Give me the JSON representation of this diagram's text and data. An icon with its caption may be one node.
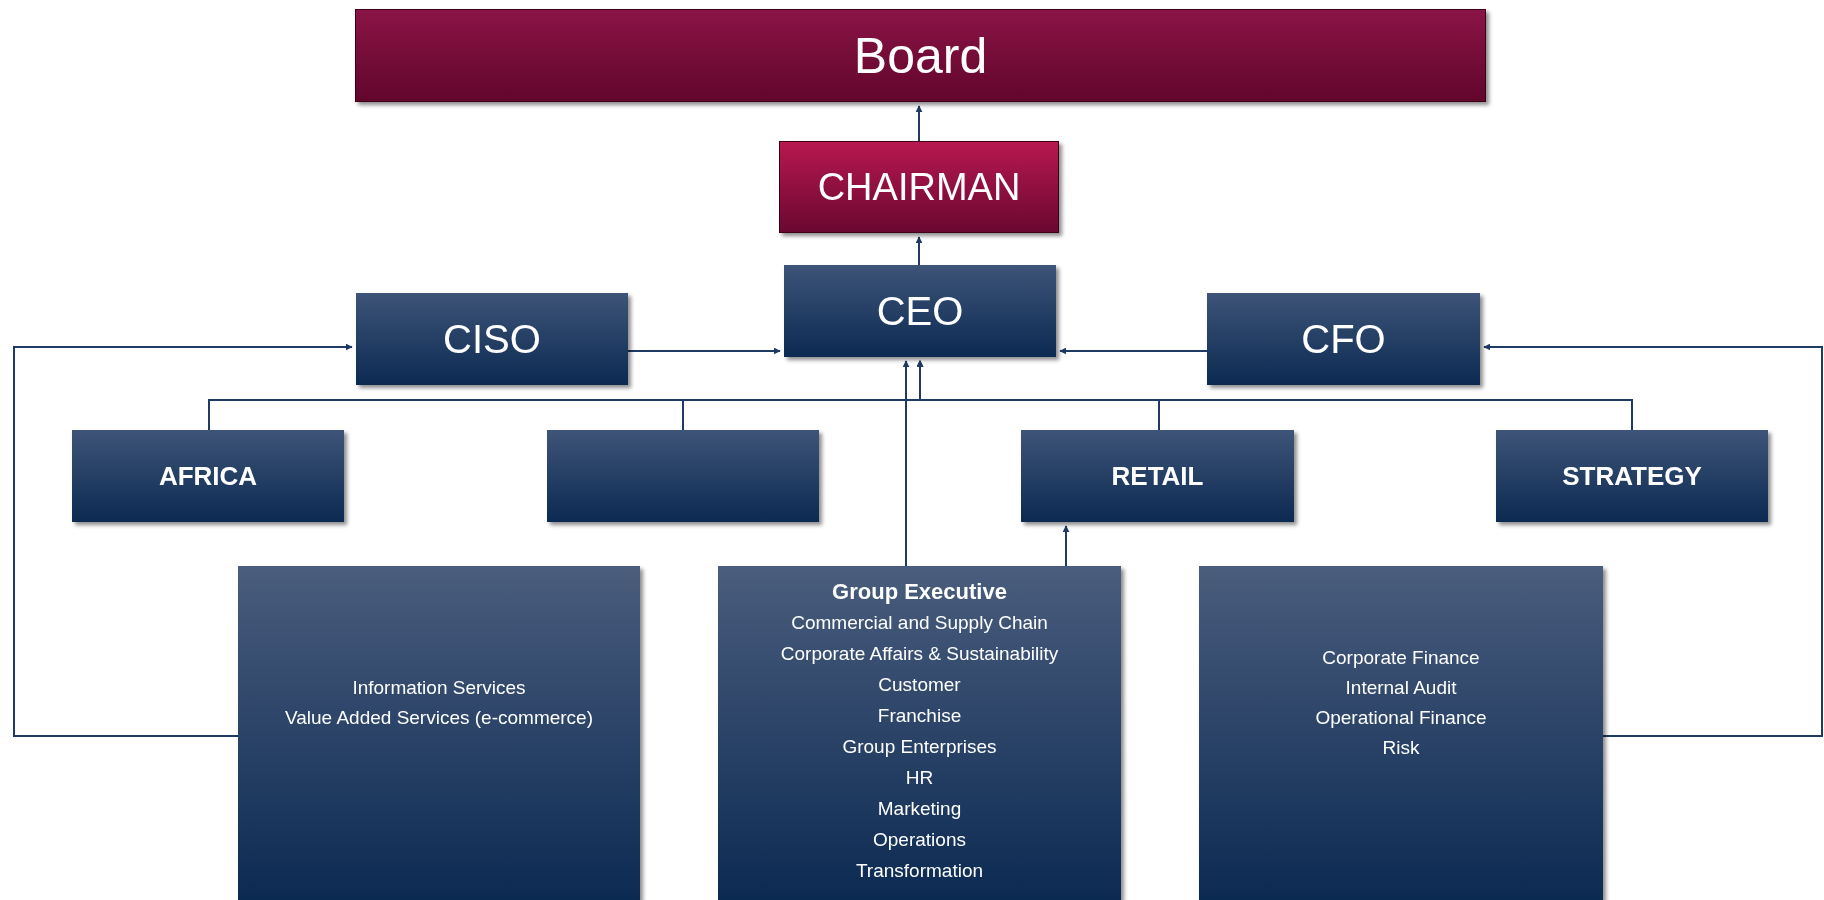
{
  "diagram": {
    "nodes": [
      {
        "text": [
          "Board"
        ]
      },
      {
        "text": [
          "CHAIRMAN"
        ]
      },
      {
        "text": [
          "CEO"
        ]
      },
      {
        "text": [
          "CISO"
        ]
      },
      {
        "text": [
          "CFO"
        ]
      },
      {
        "text": [
          "AFRICA"
        ]
      },
      {
        "text": [],
        "shape": "box"
      },
      {
        "text": [
          "RETAIL"
        ]
      },
      {
        "text": [
          "STRATEGY"
        ]
      },
      {
        "text": [
          "Information Services",
          "Value Added Services (e-commerce)"
        ]
      },
      {
        "text": [
          "Group Executive",
          "Commercial and Supply Chain",
          "Corporate Affairs & Sustainability",
          "Customer",
          "Franchise",
          "Group Enterprises",
          "HR",
          "Marketing",
          "Operations",
          "Transformation"
        ]
      },
      {
        "text": [
          "Corporate Finance",
          "Internal Audit",
          "Operational Finance",
          "Risk"
        ]
      }
    ],
    "edges": [
      {
        "from": 1,
        "to": 0,
        "arrow": "to"
      },
      {
        "from": 2,
        "to": 1,
        "arrow": "to"
      },
      {
        "from": 3,
        "to": 2,
        "arrow": "to"
      },
      {
        "from": 4,
        "to": 2,
        "arrow": "to"
      },
      {
        "from": 9,
        "to": 3,
        "arrow": "to"
      },
      {
        "from": 11,
        "to": 4,
        "arrow": "to"
      },
      {
        "from": 10,
        "to": 2,
        "arrow": "to"
      },
      {
        "from": 5,
        "to": 2,
        "arrow": "to"
      },
      {
        "from": 6,
        "to": 2,
        "arrow": "to"
      },
      {
        "from": 7,
        "to": 2,
        "arrow": "to"
      },
      {
        "from": 8,
        "to": 2,
        "arrow": "to"
      },
      {
        "from": 10,
        "to": 7,
        "arrow": "to"
      }
    ]
  }
}
